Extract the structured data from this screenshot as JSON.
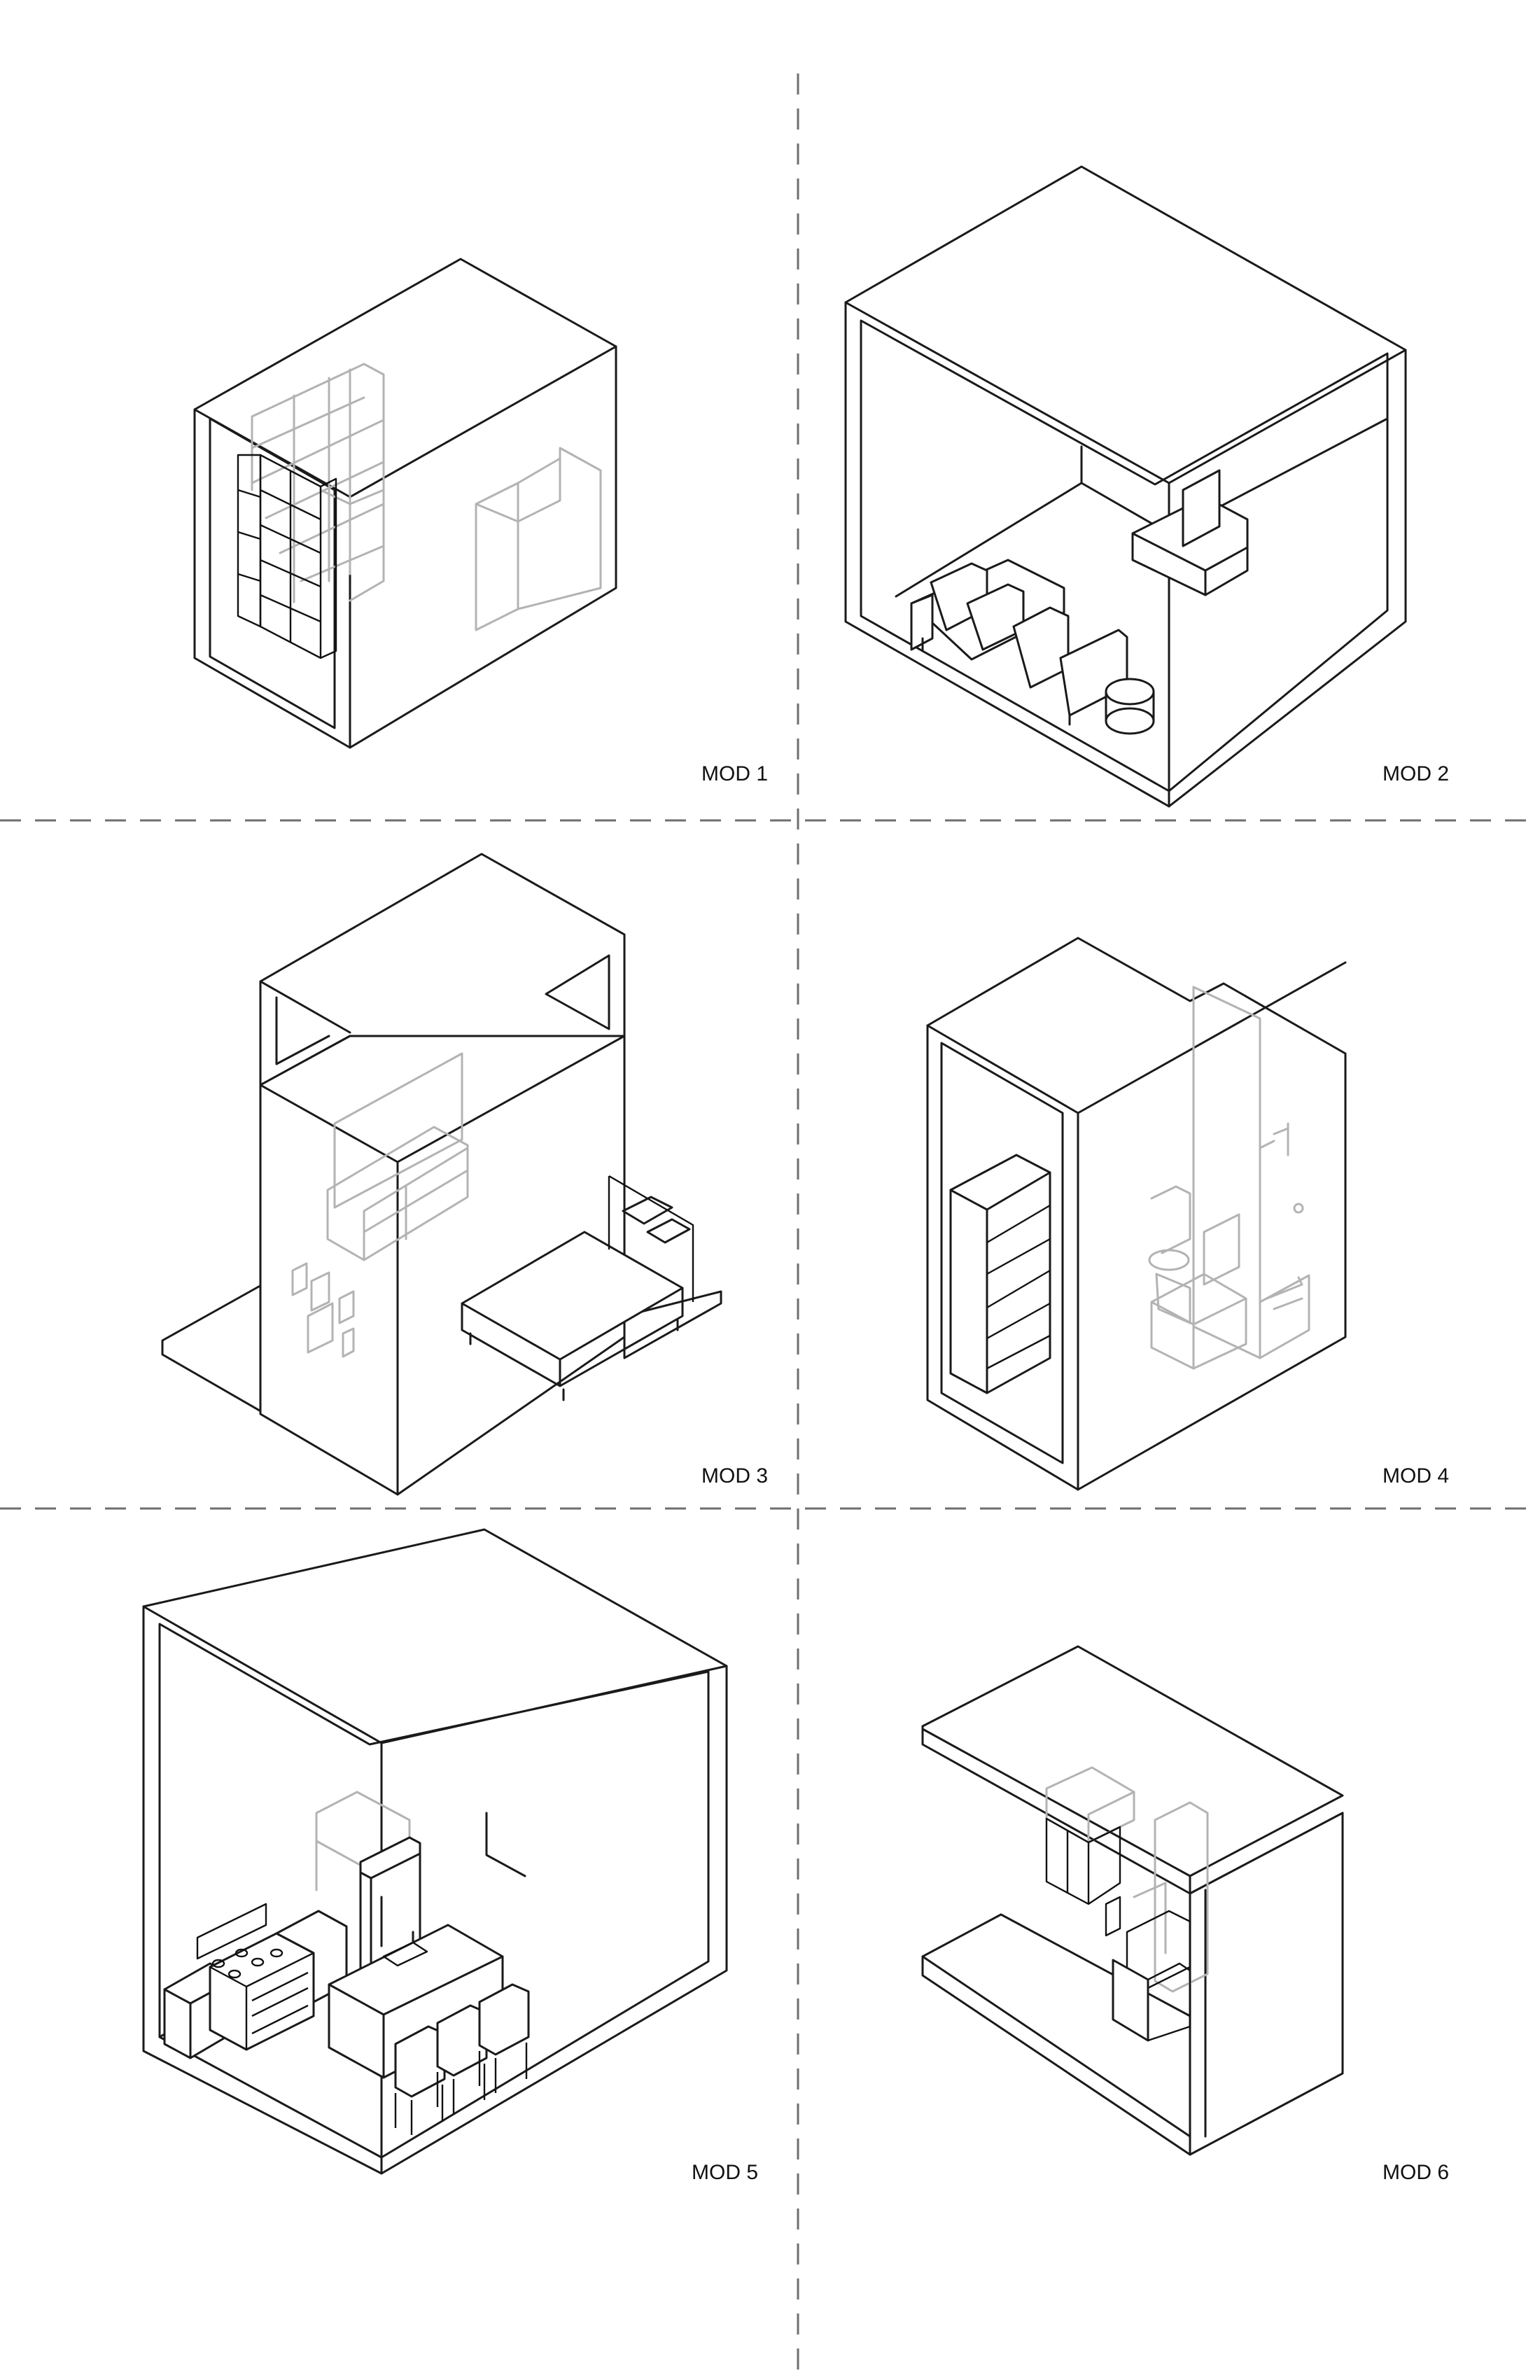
{
  "modules": [
    {
      "id": 1,
      "label": "MOD 1"
    },
    {
      "id": 2,
      "label": "MOD 2"
    },
    {
      "id": 3,
      "label": "MOD 3"
    },
    {
      "id": 4,
      "label": "MOD 4"
    },
    {
      "id": 5,
      "label": "MOD 5"
    },
    {
      "id": 6,
      "label": "MOD 6"
    }
  ],
  "colors": {
    "line": "#1a1a1a",
    "ghost": "#b3b3b3",
    "divider": "#6e6e6e",
    "background": "#ffffff"
  }
}
